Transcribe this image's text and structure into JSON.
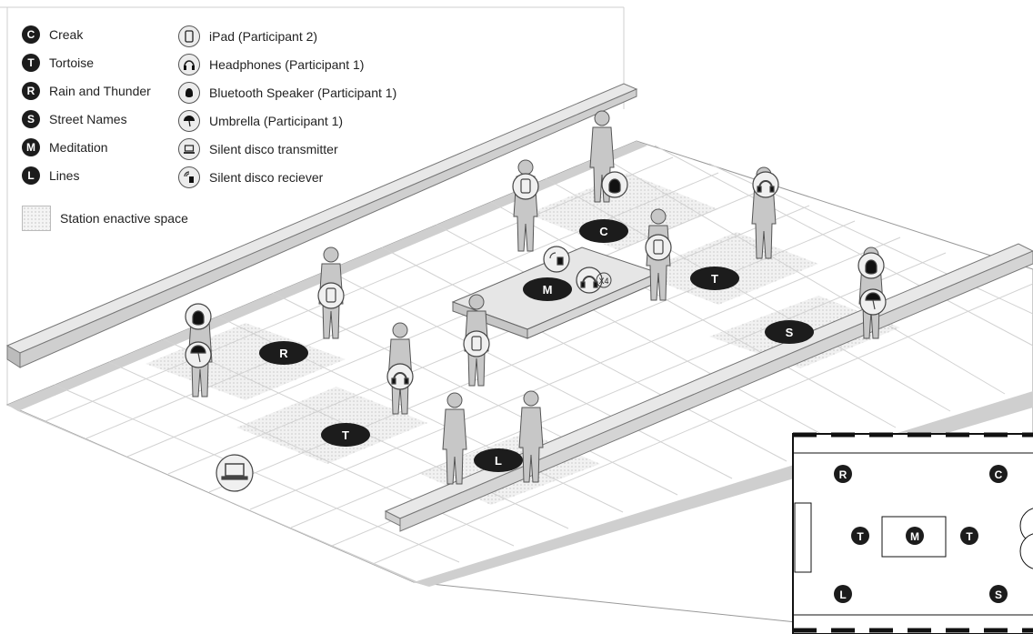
{
  "legend": {
    "stations": [
      {
        "letter": "C",
        "label": "Creak"
      },
      {
        "letter": "T",
        "label": "Tortoise"
      },
      {
        "letter": "R",
        "label": "Rain and Thunder"
      },
      {
        "letter": "S",
        "label": "Street Names"
      },
      {
        "letter": "M",
        "label": "Meditation"
      },
      {
        "letter": "L",
        "label": "Lines"
      }
    ],
    "devices": [
      {
        "icon": "ipad-icon",
        "label": "iPad (Participant 2)"
      },
      {
        "icon": "headphones-icon",
        "label": "Headphones (Participant 1)"
      },
      {
        "icon": "bluetooth-speaker-icon",
        "label": "Bluetooth Speaker (Participant 1)"
      },
      {
        "icon": "umbrella-icon",
        "label": "Umbrella (Participant 1)"
      },
      {
        "icon": "transmitter-icon",
        "label": "Silent disco transmitter"
      },
      {
        "icon": "receiver-icon",
        "label": "Silent disco reciever"
      }
    ],
    "space_label": "Station enactive space"
  },
  "scene": {
    "station_markers": [
      "C",
      "T",
      "R",
      "S",
      "M",
      "L",
      "T"
    ],
    "headphones_multiplier": "X4"
  },
  "plan": {
    "markers": [
      "R",
      "C",
      "T",
      "M",
      "T",
      "L",
      "S"
    ]
  },
  "colors": {
    "floor": "#ffffff",
    "floor_band": "#cfcfcf",
    "dotted_space": "#ececec",
    "badge": "#1c1c1c",
    "figure": "#c7c7c7",
    "bench": "#e4e4e4"
  }
}
